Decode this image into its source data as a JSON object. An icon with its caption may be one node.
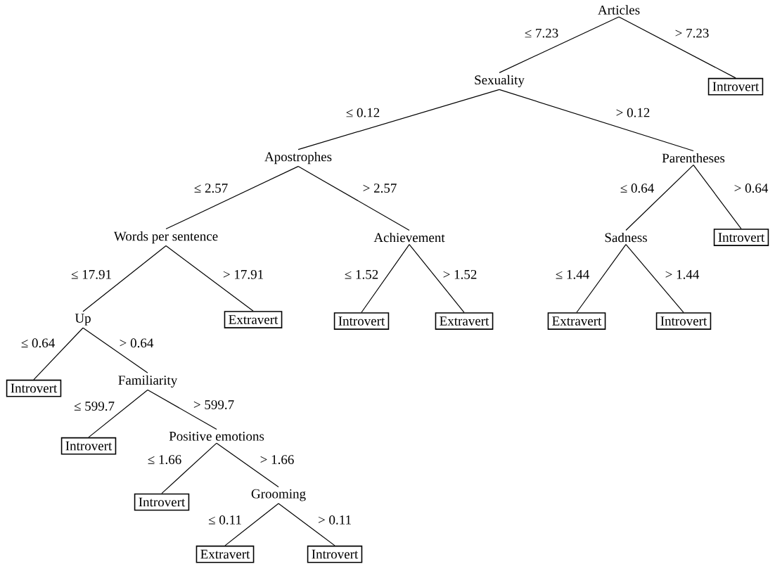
{
  "diagram": {
    "nodes": [
      {
        "text": [
          "Articles"
        ]
      },
      {
        "text": [
          "Sexuality"
        ]
      },
      {
        "text": [
          "Introvert"
        ]
      },
      {
        "text": [
          "Apostrophes"
        ]
      },
      {
        "text": [
          "Parentheses"
        ]
      },
      {
        "text": [
          "Words per sentence"
        ]
      },
      {
        "text": [
          "Achievement"
        ]
      },
      {
        "text": [
          "Sadness"
        ]
      },
      {
        "text": [
          "Introvert"
        ]
      },
      {
        "text": [
          "Up"
        ]
      },
      {
        "text": [
          "Extravert"
        ]
      },
      {
        "text": [
          "Introvert"
        ]
      },
      {
        "text": [
          "Extravert"
        ]
      },
      {
        "text": [
          "Extravert"
        ]
      },
      {
        "text": [
          "Introvert"
        ]
      },
      {
        "text": [
          "Introvert"
        ]
      },
      {
        "text": [
          "Familiarity"
        ]
      },
      {
        "text": [
          "Introvert"
        ]
      },
      {
        "text": [
          "Positive emotions"
        ]
      },
      {
        "text": [
          "Introvert"
        ]
      },
      {
        "text": [
          "Grooming"
        ]
      },
      {
        "text": [
          "Extravert"
        ]
      },
      {
        "text": [
          "Introvert"
        ]
      }
    ],
    "edges": [
      {
        "from": 0,
        "to": 1,
        "arrow": "none",
        "label": "≤ 7.23"
      },
      {
        "from": 0,
        "to": 2,
        "arrow": "none",
        "label": "> 7.23"
      },
      {
        "from": 1,
        "to": 3,
        "arrow": "none",
        "label": "≤ 0.12"
      },
      {
        "from": 1,
        "to": 4,
        "arrow": "none",
        "label": "> 0.12"
      },
      {
        "from": 3,
        "to": 5,
        "arrow": "none",
        "label": "≤ 2.57"
      },
      {
        "from": 3,
        "to": 6,
        "arrow": "none",
        "label": "> 2.57"
      },
      {
        "from": 4,
        "to": 7,
        "arrow": "none",
        "label": "≤ 0.64"
      },
      {
        "from": 4,
        "to": 8,
        "arrow": "none",
        "label": "> 0.64"
      },
      {
        "from": 5,
        "to": 9,
        "arrow": "none",
        "label": "≤ 17.91"
      },
      {
        "from": 5,
        "to": 10,
        "arrow": "none",
        "label": "> 17.91"
      },
      {
        "from": 6,
        "to": 11,
        "arrow": "none",
        "label": "≤ 1.52"
      },
      {
        "from": 6,
        "to": 12,
        "arrow": "none",
        "label": "> 1.52"
      },
      {
        "from": 7,
        "to": 13,
        "arrow": "none",
        "label": "≤ 1.44"
      },
      {
        "from": 7,
        "to": 14,
        "arrow": "none",
        "label": "> 1.44"
      },
      {
        "from": 9,
        "to": 15,
        "arrow": "none",
        "label": "≤ 0.64"
      },
      {
        "from": 9,
        "to": 16,
        "arrow": "none",
        "label": "> 0.64"
      },
      {
        "from": 16,
        "to": 17,
        "arrow": "none",
        "label": "≤ 599.7"
      },
      {
        "from": 16,
        "to": 18,
        "arrow": "none",
        "label": "> 599.7"
      },
      {
        "from": 18,
        "to": 19,
        "arrow": "none",
        "label": "≤ 1.66"
      },
      {
        "from": 18,
        "to": 20,
        "arrow": "none",
        "label": "> 1.66"
      },
      {
        "from": 20,
        "to": 21,
        "arrow": "none",
        "label": "≤ 0.11"
      },
      {
        "from": 20,
        "to": 22,
        "arrow": "none",
        "label": "> 0.11"
      }
    ]
  }
}
